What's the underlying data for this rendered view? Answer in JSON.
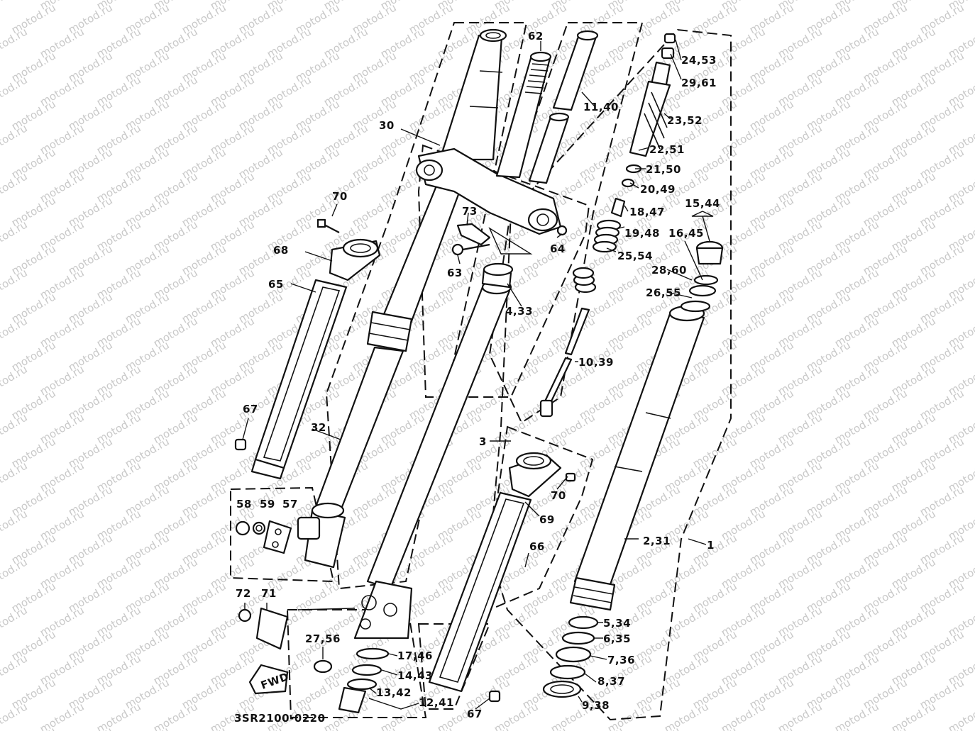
{
  "watermark": "motod.ru",
  "diagram_code": "3SR2100-0220",
  "fwd_mark": "FWD",
  "labels": {
    "p62": "62",
    "p11_40": "11,40",
    "p24_53": "24,53",
    "p29_61": "29,61",
    "p23_52": "23,52",
    "p30": "30",
    "p22_51": "22,51",
    "p21_50": "21,50",
    "p20_49": "20,49",
    "p70a": "70",
    "p73": "73",
    "p18_47": "18,47",
    "p15_44": "15,44",
    "p19_48": "19,48",
    "p16_45": "16,45",
    "p68": "68",
    "p64": "64",
    "p25_54": "25,54",
    "p63": "63",
    "p28_60": "28,60",
    "p65": "65",
    "p26_55": "26,55",
    "p4_33": "4,33",
    "p10_39": "10,39",
    "p67a": "67",
    "p32": "32",
    "p3": "3",
    "p70b": "70",
    "p58": "58",
    "p59": "59",
    "p57": "57",
    "p69": "69",
    "p2_31": "2,31",
    "p1": "1",
    "p66": "66",
    "p72": "72",
    "p71": "71",
    "p5_34": "5,34",
    "p6_35": "6,35",
    "p27_56": "27,56",
    "p17_46": "17,46",
    "p7_36": "7,36",
    "p14_43": "14,43",
    "p8_37": "8,37",
    "p13_42": "13,42",
    "p12_41": "12,41",
    "p9_38": "9,38",
    "p67b": "67"
  }
}
